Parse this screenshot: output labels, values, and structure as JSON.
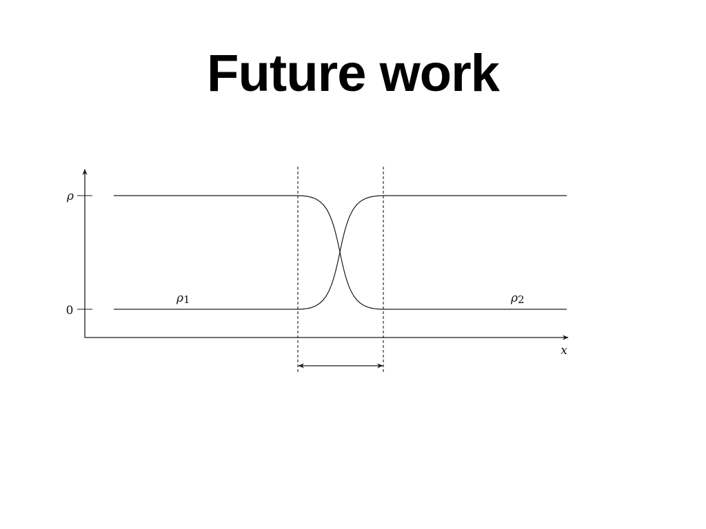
{
  "slide": {
    "title": "Future work"
  },
  "diagram": {
    "y_axis_label": "ρ",
    "x_axis_label": "x",
    "y_tick_top": "ρ",
    "y_tick_zero": "0",
    "left_region": {
      "symbol": "ρ",
      "subscript": "1"
    },
    "right_region": {
      "symbol": "ρ",
      "subscript": "2"
    },
    "colors": {
      "line": "#1a1a1a",
      "background": "#ffffff"
    }
  }
}
